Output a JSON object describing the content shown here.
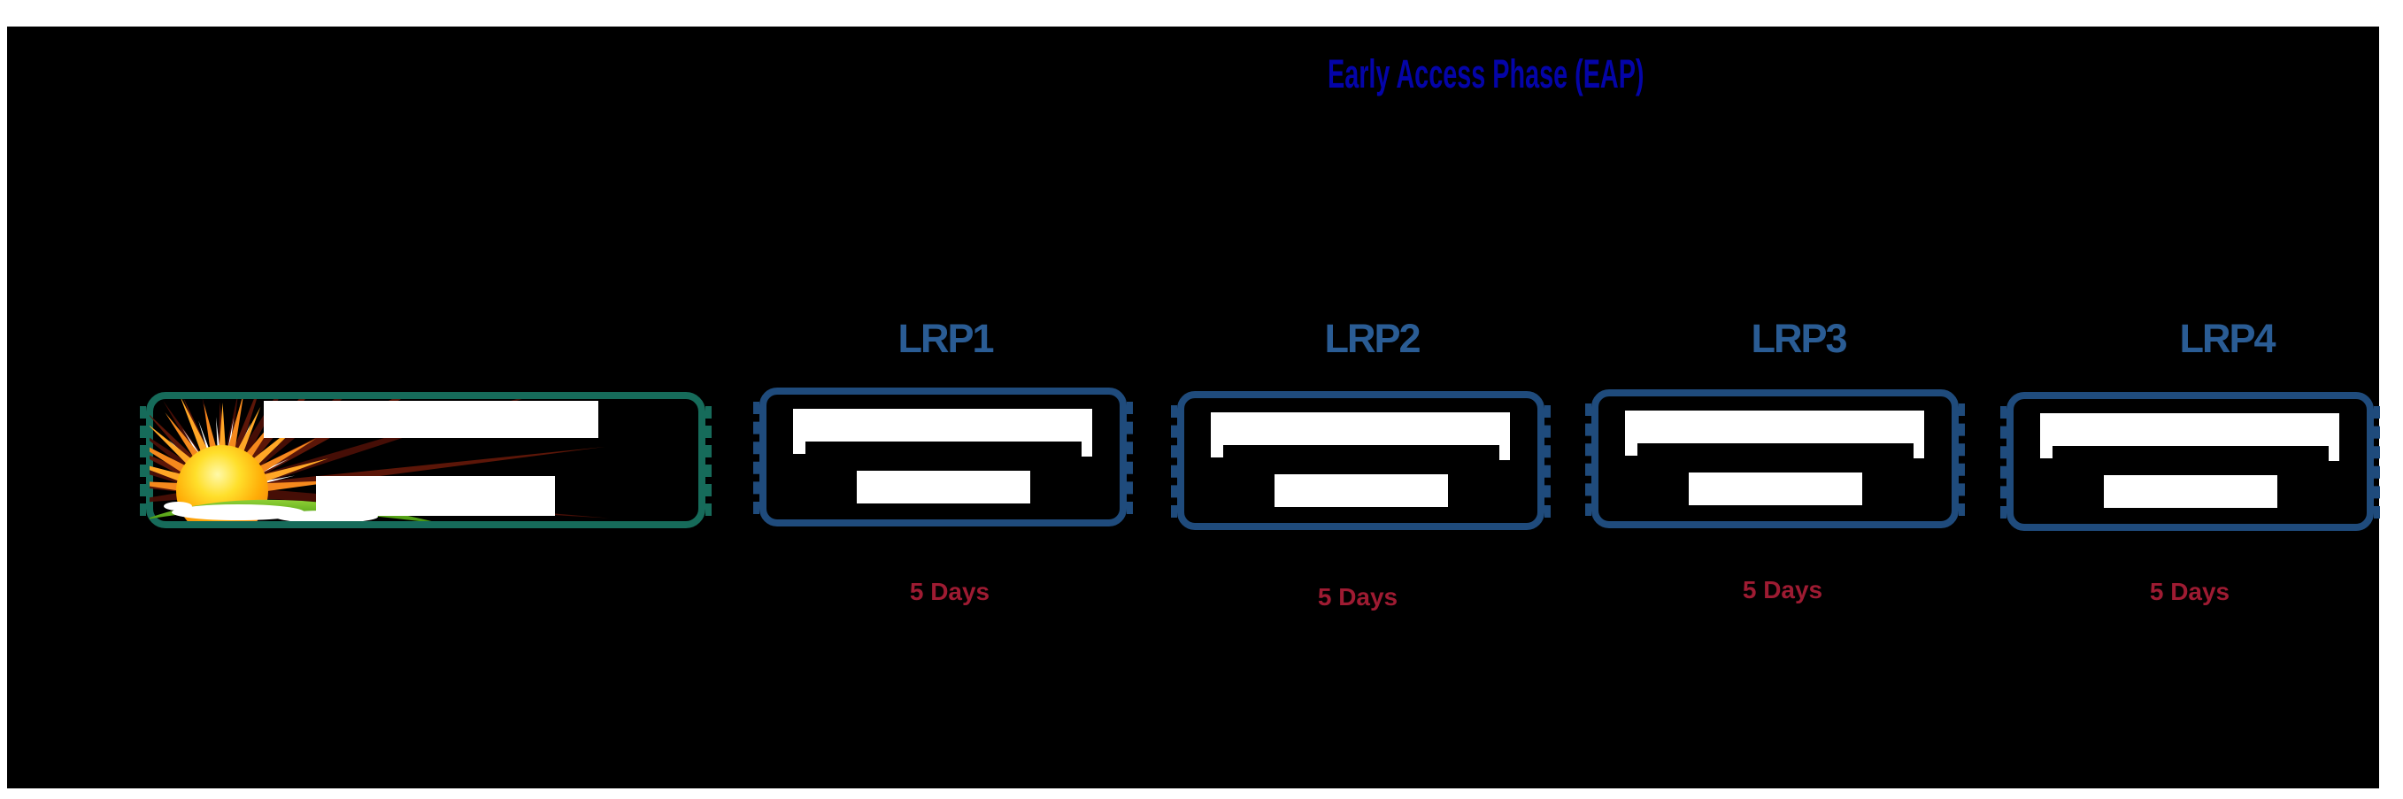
{
  "title": {
    "text": "Early Access Phase (EAP)"
  },
  "legend_box": {
    "icon": "sunrise-icon"
  },
  "phases": [
    {
      "label": "LRP1",
      "duration": "5 Days"
    },
    {
      "label": "LRP2",
      "duration": "5 Days"
    },
    {
      "label": "LRP3",
      "duration": "5 Days"
    },
    {
      "label": "LRP4",
      "duration": "5 Days"
    }
  ],
  "colors": {
    "page_background": "#FFFFFF",
    "slide_background": "#000000",
    "title_color": "#0404A8",
    "phase_label": "#2A5C94",
    "box_border": "#1F4B7C",
    "duration_text": "#9E1B32",
    "sunrise_box_border": "#166B5A",
    "sun_core": "#FFDF2B",
    "sun_edge": "#F07C12",
    "ray_dark_red": "#4A0F06",
    "ray_orange": "#F5891D",
    "grass_green": "#5BB021"
  }
}
